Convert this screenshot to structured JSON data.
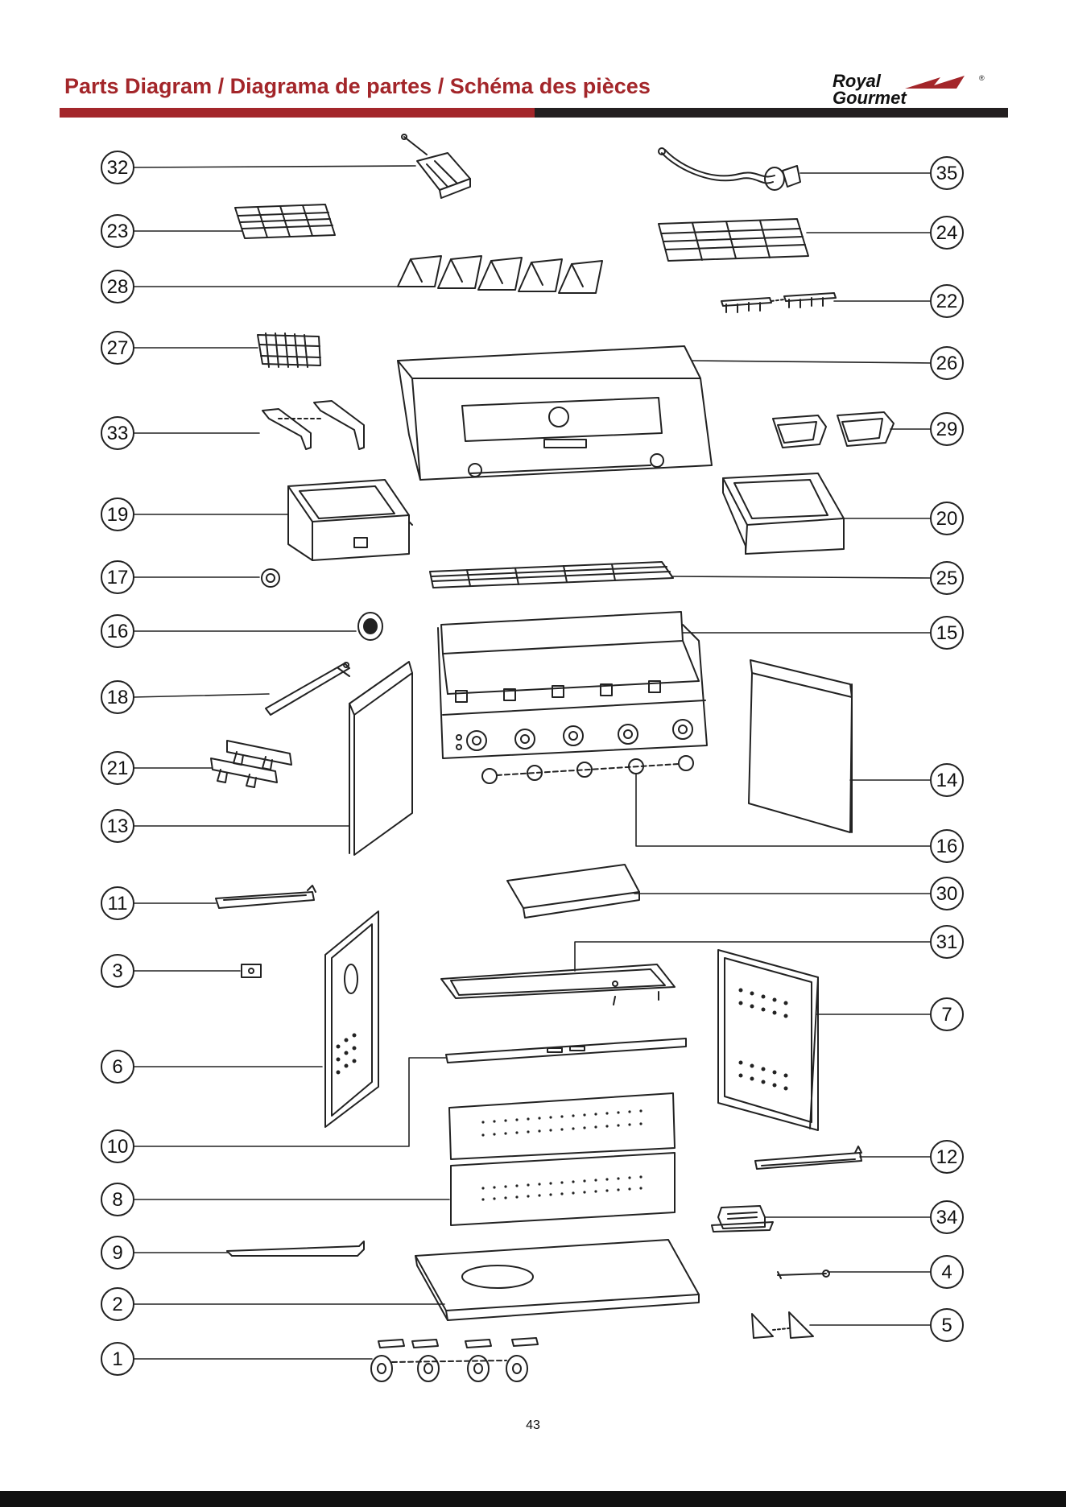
{
  "header": {
    "title": "Parts Diagram / Diagrama de partes / Schéma des pièces",
    "logo_lines": [
      "Royal",
      "Gourmet"
    ],
    "registered_mark": "®"
  },
  "colors": {
    "accent": "#a3262a",
    "dark": "#231f20",
    "line": "#222222"
  },
  "callouts_left": [
    "32",
    "23",
    "28",
    "27",
    "33",
    "19",
    "17",
    "16",
    "18",
    "21",
    "13",
    "11",
    "3",
    "6",
    "10",
    "8",
    "9",
    "2",
    "1"
  ],
  "callouts_right": [
    "35",
    "24",
    "22",
    "26",
    "29",
    "20",
    "25",
    "15",
    "14",
    "16",
    "30",
    "31",
    "7",
    "12",
    "34",
    "4",
    "5"
  ],
  "footer": {
    "page_number": "43"
  }
}
